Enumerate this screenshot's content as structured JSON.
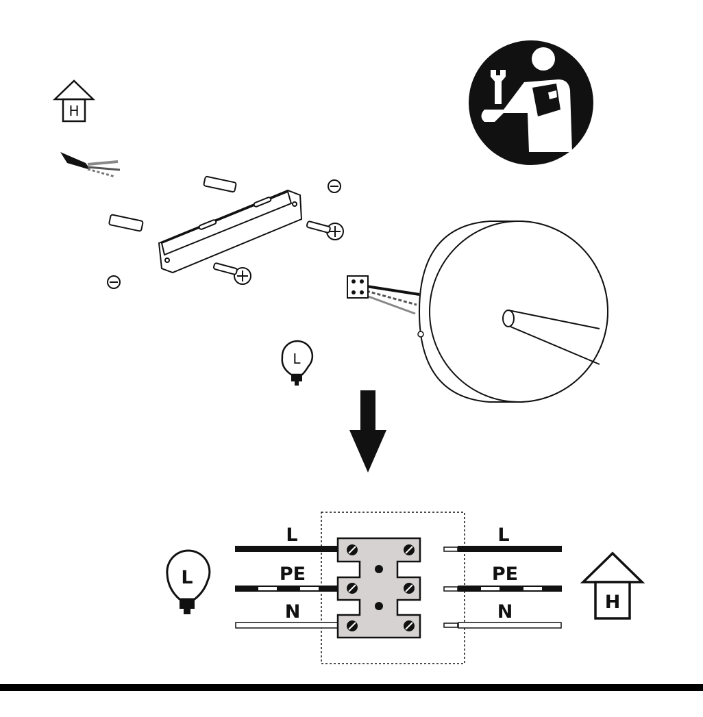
{
  "title": "Ceiling lamp mounting and wiring instructions",
  "symbols": {
    "house_letter": "H",
    "lamp_letter": "L",
    "manual_icon": "read-instructions-icon"
  },
  "wiring": {
    "lamp_side": [
      {
        "label": "L",
        "wire": "live",
        "style": "solid-black"
      },
      {
        "label": "PE",
        "wire": "protective-earth",
        "style": "striped"
      },
      {
        "label": "N",
        "wire": "neutral",
        "style": "white"
      }
    ],
    "house_side": [
      {
        "label": "L",
        "wire": "live",
        "style": "solid-black"
      },
      {
        "label": "PE",
        "wire": "protective-earth",
        "style": "striped"
      },
      {
        "label": "N",
        "wire": "neutral",
        "style": "white"
      }
    ],
    "terminal_block_color": "#d7d2d2"
  },
  "colors": {
    "ink": "#111111",
    "background": "#ffffff"
  }
}
